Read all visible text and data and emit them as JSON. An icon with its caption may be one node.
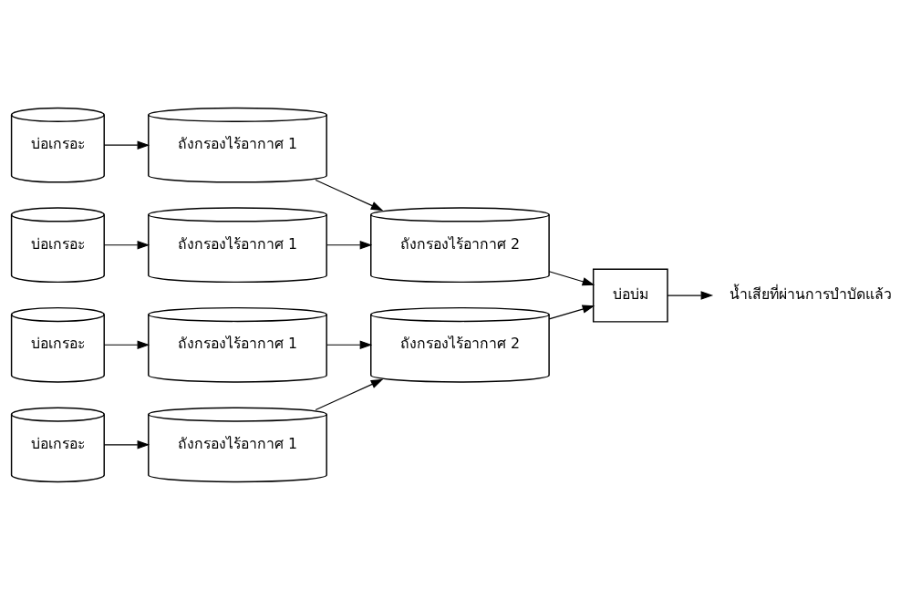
{
  "diagram": {
    "nodes": [
      {
        "text": [
          "บ่อเกรอะ"
        ]
      },
      {
        "text": [
          "บ่อเกรอะ"
        ]
      },
      {
        "text": [
          "บ่อเกรอะ"
        ]
      },
      {
        "text": [
          "บ่อเกรอะ"
        ]
      },
      {
        "text": [
          "ถังกรองไร้อากาศ 1"
        ]
      },
      {
        "text": [
          "ถังกรองไร้อากาศ 1"
        ]
      },
      {
        "text": [
          "ถังกรองไร้อากาศ 1"
        ]
      },
      {
        "text": [
          "ถังกรองไร้อากาศ 1"
        ]
      },
      {
        "text": [
          "ถังกรองไร้อากาศ 2"
        ]
      },
      {
        "text": [
          "ถังกรองไร้อากาศ 2"
        ]
      },
      {
        "text": [
          "บ่อบ่ม"
        ]
      },
      {
        "text": [
          "น้ำเสียที่ผ่านการบำบัดแล้ว"
        ]
      }
    ],
    "edges": [
      {
        "from": 0,
        "to": 4,
        "arrow": "to"
      },
      {
        "from": 1,
        "to": 5,
        "arrow": "to"
      },
      {
        "from": 2,
        "to": 6,
        "arrow": "to"
      },
      {
        "from": 3,
        "to": 7,
        "arrow": "to"
      },
      {
        "from": 4,
        "to": 8,
        "arrow": "to"
      },
      {
        "from": 5,
        "to": 8,
        "arrow": "to"
      },
      {
        "from": 6,
        "to": 9,
        "arrow": "to"
      },
      {
        "from": 7,
        "to": 9,
        "arrow": "to"
      },
      {
        "from": 8,
        "to": 10,
        "arrow": "to"
      },
      {
        "from": 9,
        "to": 10,
        "arrow": "to"
      },
      {
        "from": 10,
        "to": 11,
        "arrow": "to"
      }
    ]
  }
}
